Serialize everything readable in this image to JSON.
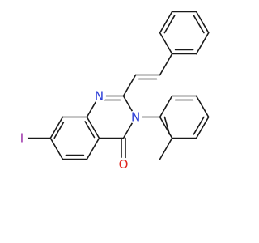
{
  "molecule": {
    "atom_labels": {
      "n1": "N",
      "n3": "N",
      "iodine": "I",
      "oxygen": "O"
    },
    "colors": {
      "bond": "#1a1a1a",
      "nitrogen": "#2a3cd6",
      "oxygen": "#e0261f",
      "iodine": "#9b2fa8"
    }
  }
}
